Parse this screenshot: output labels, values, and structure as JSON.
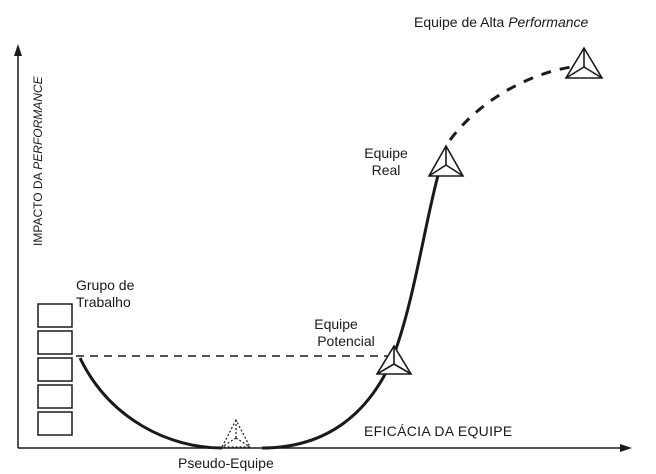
{
  "axes": {
    "x_label": "EFICÁCIA DA EQUIPE",
    "y_label_prefix": "IMPACTO DA ",
    "y_label_italic": "PERFORMANCE"
  },
  "stages": {
    "work_group": {
      "line1": "Grupo de",
      "line2": "Trabalho"
    },
    "pseudo_team": {
      "label": "Pseudo-Equipe"
    },
    "potential_team": {
      "line1": "Equipe",
      "line2": "Potencial"
    },
    "real_team": {
      "line1": "Equipe",
      "line2": "Real"
    },
    "high_performance_team": {
      "prefix": "Equipe de Alta ",
      "italic": "Performance"
    }
  }
}
